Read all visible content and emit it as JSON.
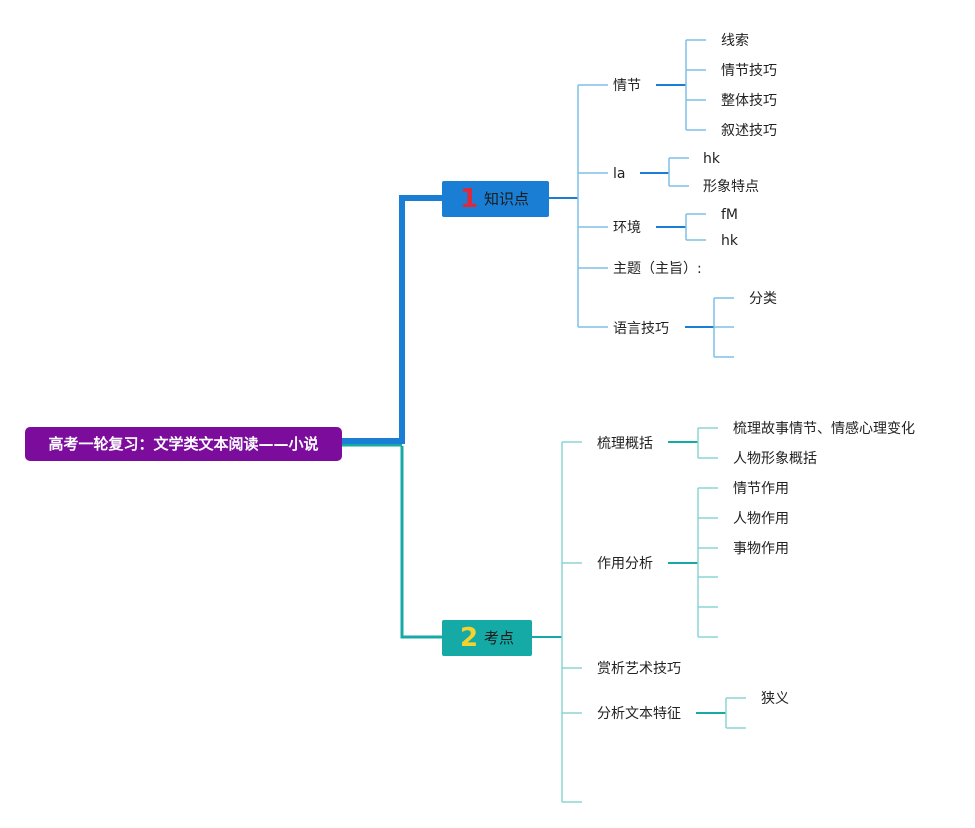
{
  "root": {
    "title": "高考一轮复习：文学类文本阅读——小说"
  },
  "branches": [
    {
      "number": "1",
      "label": "知识点",
      "color": "#1a7fd4",
      "children": [
        {
          "label": "情节",
          "children": [
            "线索",
            "情节技巧",
            "整体技巧",
            "叙述技巧"
          ]
        },
        {
          "label": "la",
          "children": [
            "hk",
            "形象特点"
          ]
        },
        {
          "label": "环境",
          "children": [
            "fM",
            "hk"
          ]
        },
        {
          "label": "主题（主旨）:",
          "children": []
        },
        {
          "label": "语言技巧",
          "children": [
            "分类",
            "",
            ""
          ]
        }
      ]
    },
    {
      "number": "2",
      "label": "考点",
      "color": "#15aaa6",
      "children": [
        {
          "label": "梳理概括",
          "children": [
            "梳理故事情节、情感心理变化",
            "人物形象概括"
          ]
        },
        {
          "label": "作用分析",
          "children": [
            "情节作用",
            "人物作用",
            "事物作用",
            "",
            "",
            ""
          ]
        },
        {
          "label": "赏析艺术技巧",
          "children": []
        },
        {
          "label": "分析文本特征",
          "children": [
            "狭义",
            ""
          ]
        },
        {
          "label": "",
          "children": []
        }
      ]
    }
  ],
  "colors": {
    "root_fill": "#7b0c9c",
    "branch1_line": "#1a7fd4",
    "branch1_leaf_line": "#7ec0e8",
    "branch2_line": "#15aaa6",
    "branch2_leaf_line": "#8ad6d3"
  }
}
